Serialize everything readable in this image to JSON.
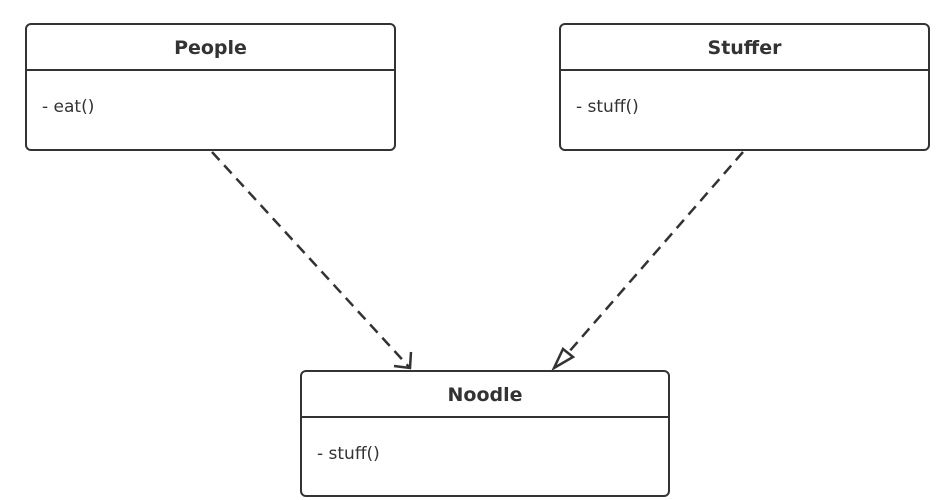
{
  "diagram": {
    "classes": {
      "people": {
        "name": "People",
        "method": "- eat()"
      },
      "stuffer": {
        "name": "Stuffer",
        "method": "- stuff()"
      },
      "noodle": {
        "name": "Noodle",
        "method": "- stuff()"
      }
    },
    "relations": [
      {
        "from": "People",
        "to": "Noodle",
        "type": "dependency",
        "arrow": "open"
      },
      {
        "from": "Stuffer",
        "to": "Noodle",
        "type": "realization",
        "arrow": "hollow-triangle"
      }
    ]
  }
}
